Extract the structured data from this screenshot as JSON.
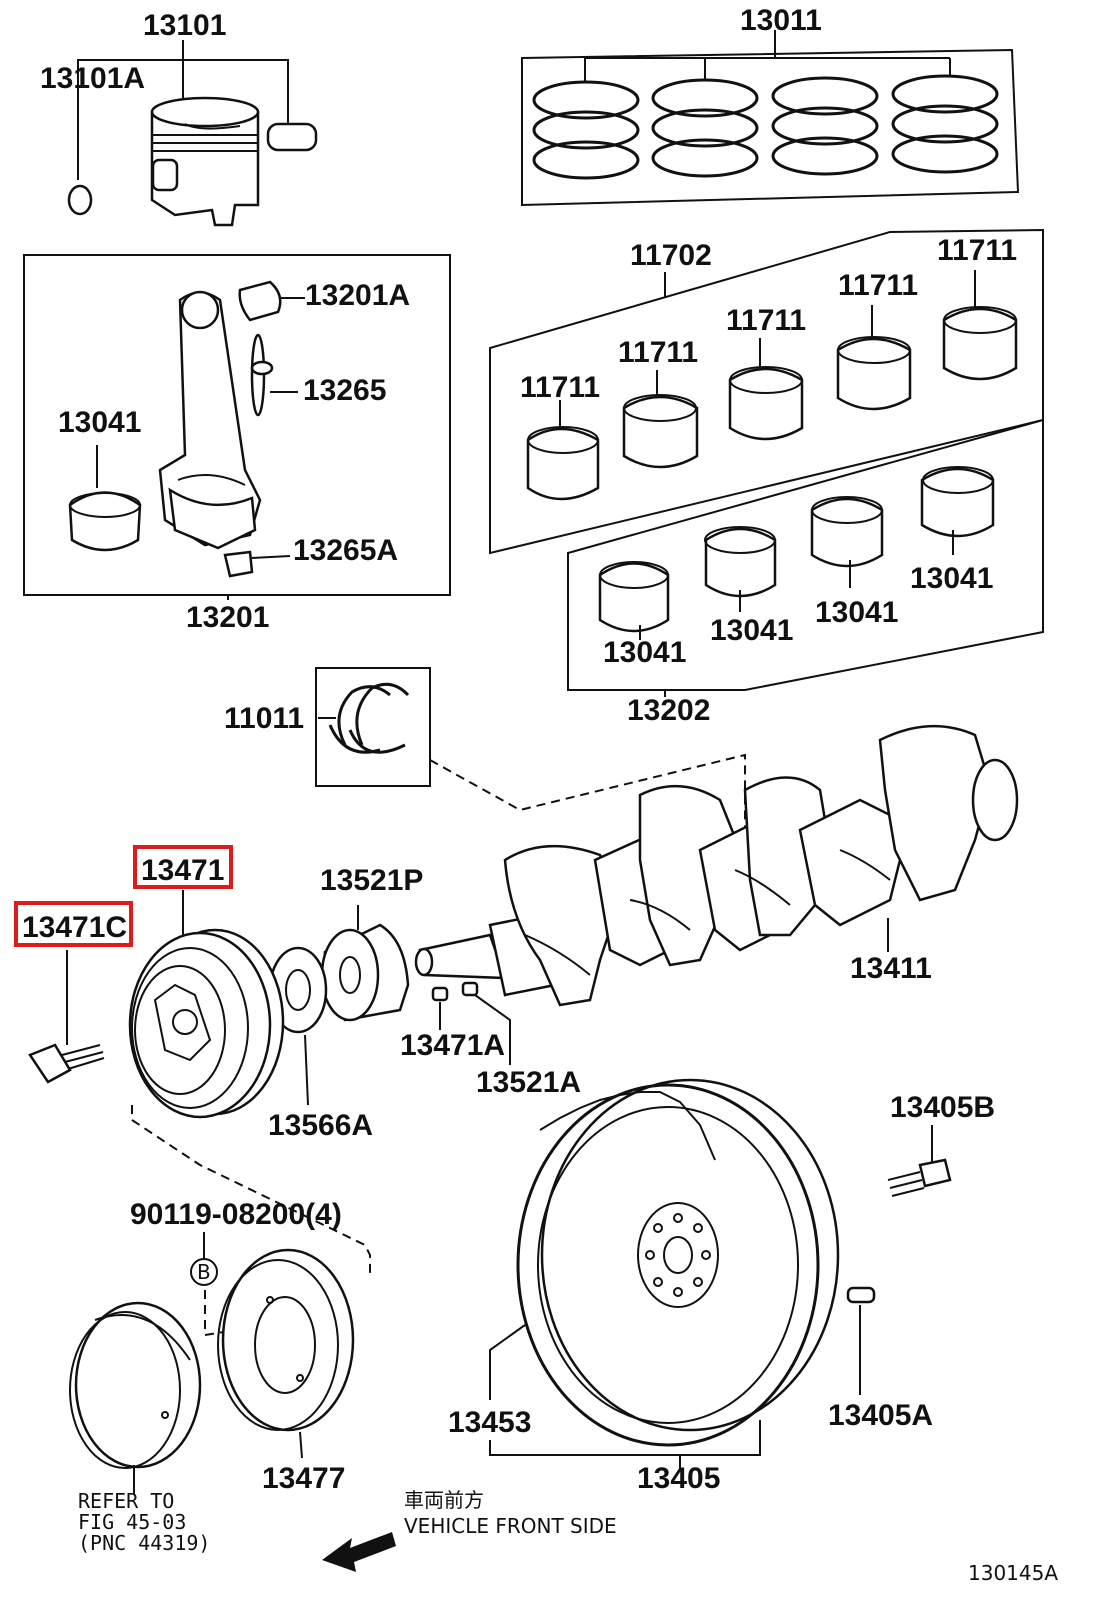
{
  "labels": {
    "p13101": "13101",
    "p13101A": "13101A",
    "p13011": "13011",
    "p13201A": "13201A",
    "p13265": "13265",
    "p13041_rod": "13041",
    "p13265A": "13265A",
    "p13201": "13201",
    "p11702": "11702",
    "p11711_a": "11711",
    "p11711_b": "11711",
    "p11711_c": "11711",
    "p11711_d": "11711",
    "p11711_e": "11711",
    "p13041_a": "13041",
    "p13041_b": "13041",
    "p13041_c": "13041",
    "p13041_d": "13041",
    "p13202": "13202",
    "p11011": "11011",
    "p13471": "13471",
    "p13471C": "13471C",
    "p13521P": "13521P",
    "p13411": "13411",
    "p13471A": "13471A",
    "p13521A": "13521A",
    "p13566A": "13566A",
    "p13405B": "13405B",
    "p90119": "90119-08200(4)",
    "callout_b": "B",
    "p13453": "13453",
    "p13405A": "13405A",
    "p13477": "13477",
    "p13405": "13405"
  },
  "notes": {
    "refer_line1": "REFER TO",
    "refer_line2": "FIG 45-03",
    "refer_line3": "(PNC 44319)",
    "front_jp": "車両前方",
    "front_en": "VEHICLE FRONT SIDE",
    "figure_id": "130145A"
  },
  "highlighted_parts": [
    "13471",
    "13471C"
  ],
  "colors": {
    "line": "#111111",
    "highlight": "#e01b1b",
    "background": "#ffffff"
  }
}
